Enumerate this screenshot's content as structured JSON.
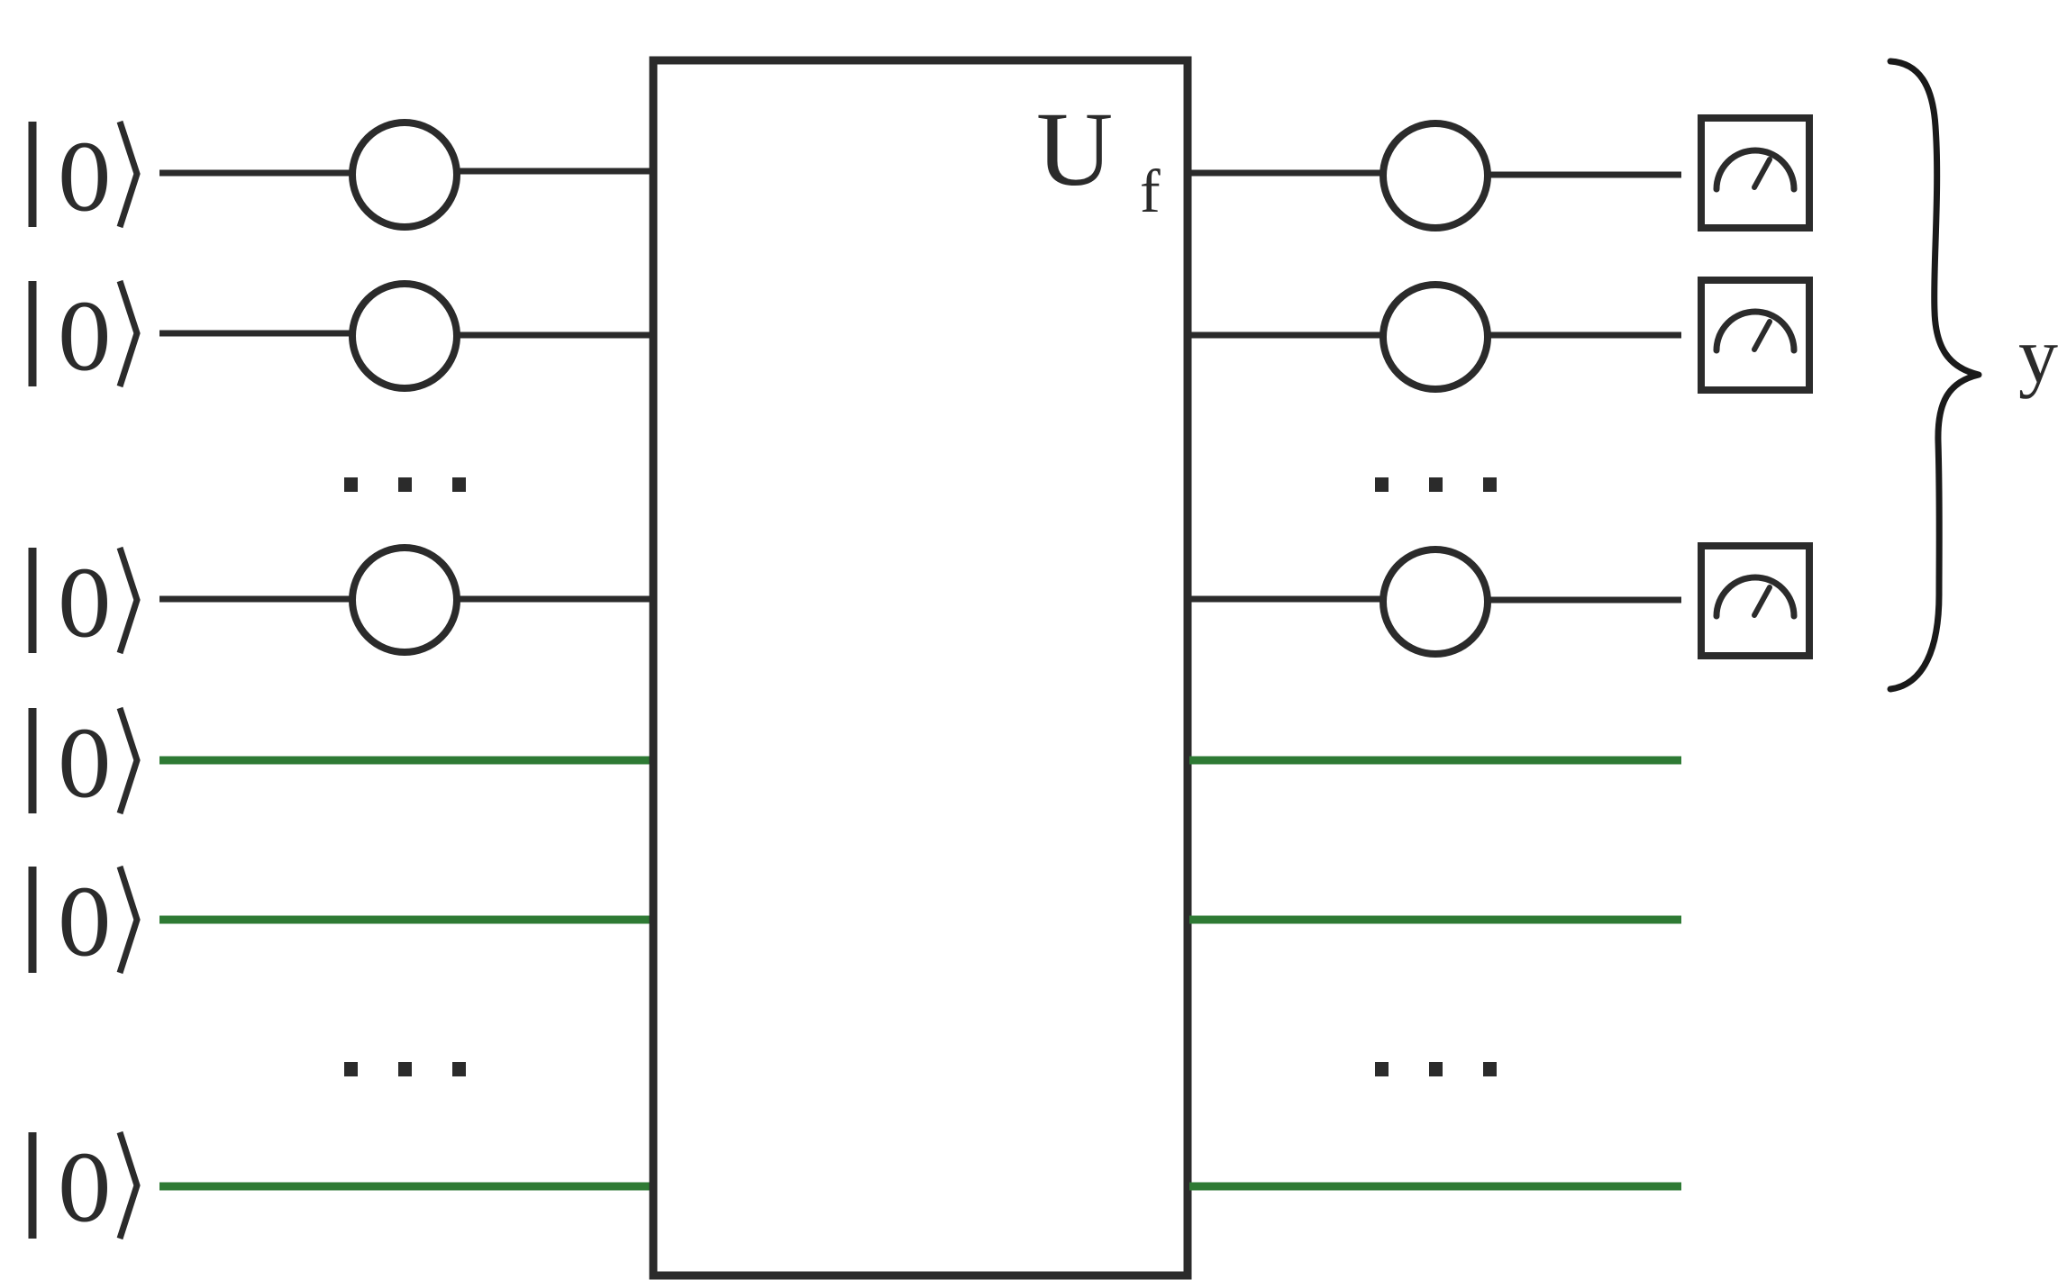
{
  "colors": {
    "wire": "#2b2b2b",
    "ancilla_wire": "#2e7a34",
    "background": "#ffffff"
  },
  "input_states": [
    "0",
    "0",
    "0",
    "0",
    "0",
    "0"
  ],
  "ellipsis": "...",
  "oracle_label": {
    "main": "U",
    "subscript": "f"
  },
  "output_label": "y",
  "icons": {
    "gate": "hadamard-gate-circle-icon",
    "measure": "measurement-meter-icon",
    "brace": "right-curly-brace-icon"
  }
}
